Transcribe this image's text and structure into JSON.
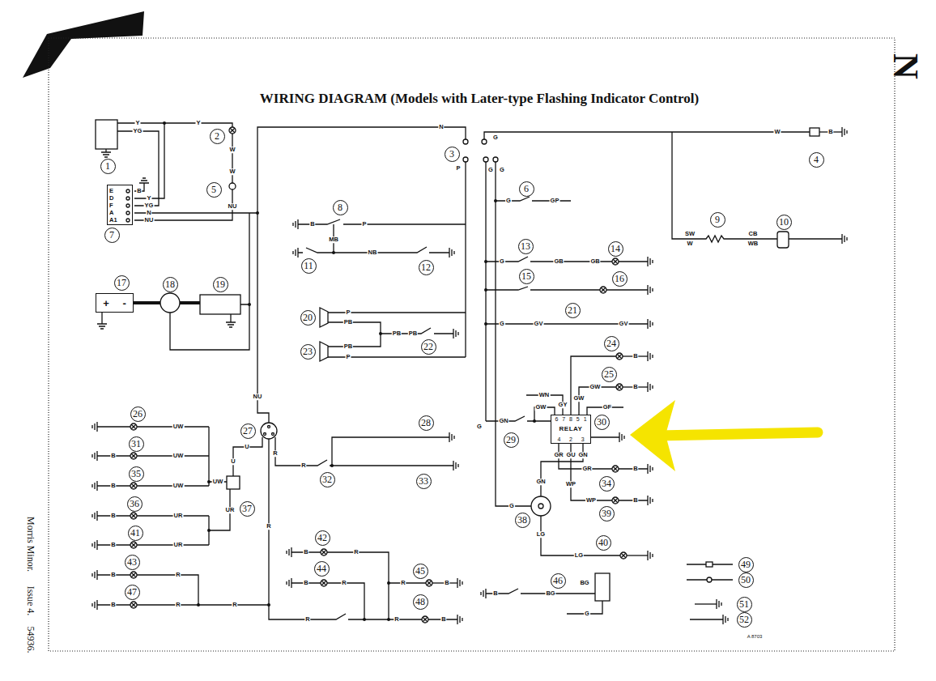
{
  "diagram": {
    "title": "WIRING DIAGRAM (Models with Later-type Flashing Indicator Control)",
    "nodes": [
      {
        "text": [
          "1"
        ]
      },
      {
        "text": [
          "2"
        ]
      },
      {
        "text": [
          "3"
        ]
      },
      {
        "text": [
          "4"
        ]
      },
      {
        "text": [
          "5"
        ]
      },
      {
        "text": [
          "6"
        ]
      },
      {
        "text": [
          "7"
        ]
      },
      {
        "text": [
          "8"
        ]
      },
      {
        "text": [
          "9"
        ]
      },
      {
        "text": [
          "10"
        ]
      },
      {
        "text": [
          "11"
        ]
      },
      {
        "text": [
          "12"
        ]
      },
      {
        "text": [
          "13"
        ]
      },
      {
        "text": [
          "14"
        ]
      },
      {
        "text": [
          "15"
        ]
      },
      {
        "text": [
          "16"
        ]
      },
      {
        "text": [
          "17"
        ]
      },
      {
        "text": [
          "18"
        ]
      },
      {
        "text": [
          "19"
        ]
      },
      {
        "text": [
          "20"
        ]
      },
      {
        "text": [
          "21"
        ]
      },
      {
        "text": [
          "22"
        ]
      },
      {
        "text": [
          "23"
        ]
      },
      {
        "text": [
          "24"
        ]
      },
      {
        "text": [
          "25"
        ]
      },
      {
        "text": [
          "26"
        ]
      },
      {
        "text": [
          "27"
        ]
      },
      {
        "text": [
          "28"
        ]
      },
      {
        "text": [
          "29"
        ]
      },
      {
        "text": [
          "30"
        ]
      },
      {
        "text": [
          "31"
        ]
      },
      {
        "text": [
          "32"
        ]
      },
      {
        "text": [
          "33"
        ]
      },
      {
        "text": [
          "34"
        ]
      },
      {
        "text": [
          "35"
        ]
      },
      {
        "text": [
          "36"
        ]
      },
      {
        "text": [
          "37"
        ]
      },
      {
        "text": [
          "38"
        ]
      },
      {
        "text": [
          "39"
        ]
      },
      {
        "text": [
          "40"
        ]
      },
      {
        "text": [
          "41"
        ]
      },
      {
        "text": [
          "42"
        ]
      },
      {
        "text": [
          "43"
        ]
      },
      {
        "text": [
          "44"
        ]
      },
      {
        "text": [
          "45"
        ]
      },
      {
        "text": [
          "46"
        ]
      },
      {
        "text": [
          "47"
        ]
      },
      {
        "text": [
          "48"
        ]
      },
      {
        "text": [
          "49"
        ]
      },
      {
        "text": [
          "50"
        ]
      },
      {
        "text": [
          "51"
        ]
      },
      {
        "text": [
          "52"
        ]
      },
      {
        "text": [
          "E",
          "D",
          "F",
          "A",
          "A1"
        ]
      },
      {
        "text": [
          "+",
          "-"
        ]
      },
      {
        "text": [
          "6",
          "7",
          "8",
          "5",
          "1",
          "RELAY",
          "4",
          "2",
          "3"
        ]
      }
    ],
    "labels": [
      "N",
      "Morris Minor.",
      "Issue 4.",
      "54936.",
      "A 8703",
      "Y",
      "YG",
      "Y",
      "W",
      "W",
      "NU",
      "B",
      "Y",
      "YG",
      "N",
      "NU",
      "N",
      "G",
      "P",
      "G",
      "G",
      "W",
      "B",
      "G",
      "GP",
      "B",
      "P",
      "MB",
      "NB",
      "SW",
      "W",
      "CB",
      "WB",
      "G",
      "GB",
      "GB",
      "G",
      "GV",
      "GV",
      "P",
      "PB",
      "PB",
      "PB",
      "PB",
      "P",
      "B",
      "GW",
      "B",
      "WN",
      "GW",
      "GW",
      "GN",
      "GY",
      "GF",
      "G",
      "GR",
      "GU",
      "GN",
      "WP",
      "GR",
      "B",
      "GN",
      "G",
      "WP",
      "B",
      "LG",
      "LG",
      "NU",
      "U",
      "R",
      "R",
      "UW",
      "B",
      "UW",
      "B",
      "UW",
      "UW",
      "U",
      "B",
      "UR",
      "UR",
      "B",
      "UR",
      "B",
      "R",
      "B",
      "R",
      "R",
      "R",
      "B",
      "R",
      "B",
      "R",
      "R",
      "B",
      "R",
      "R",
      "B",
      "B",
      "BG",
      "BG",
      "G"
    ]
  }
}
